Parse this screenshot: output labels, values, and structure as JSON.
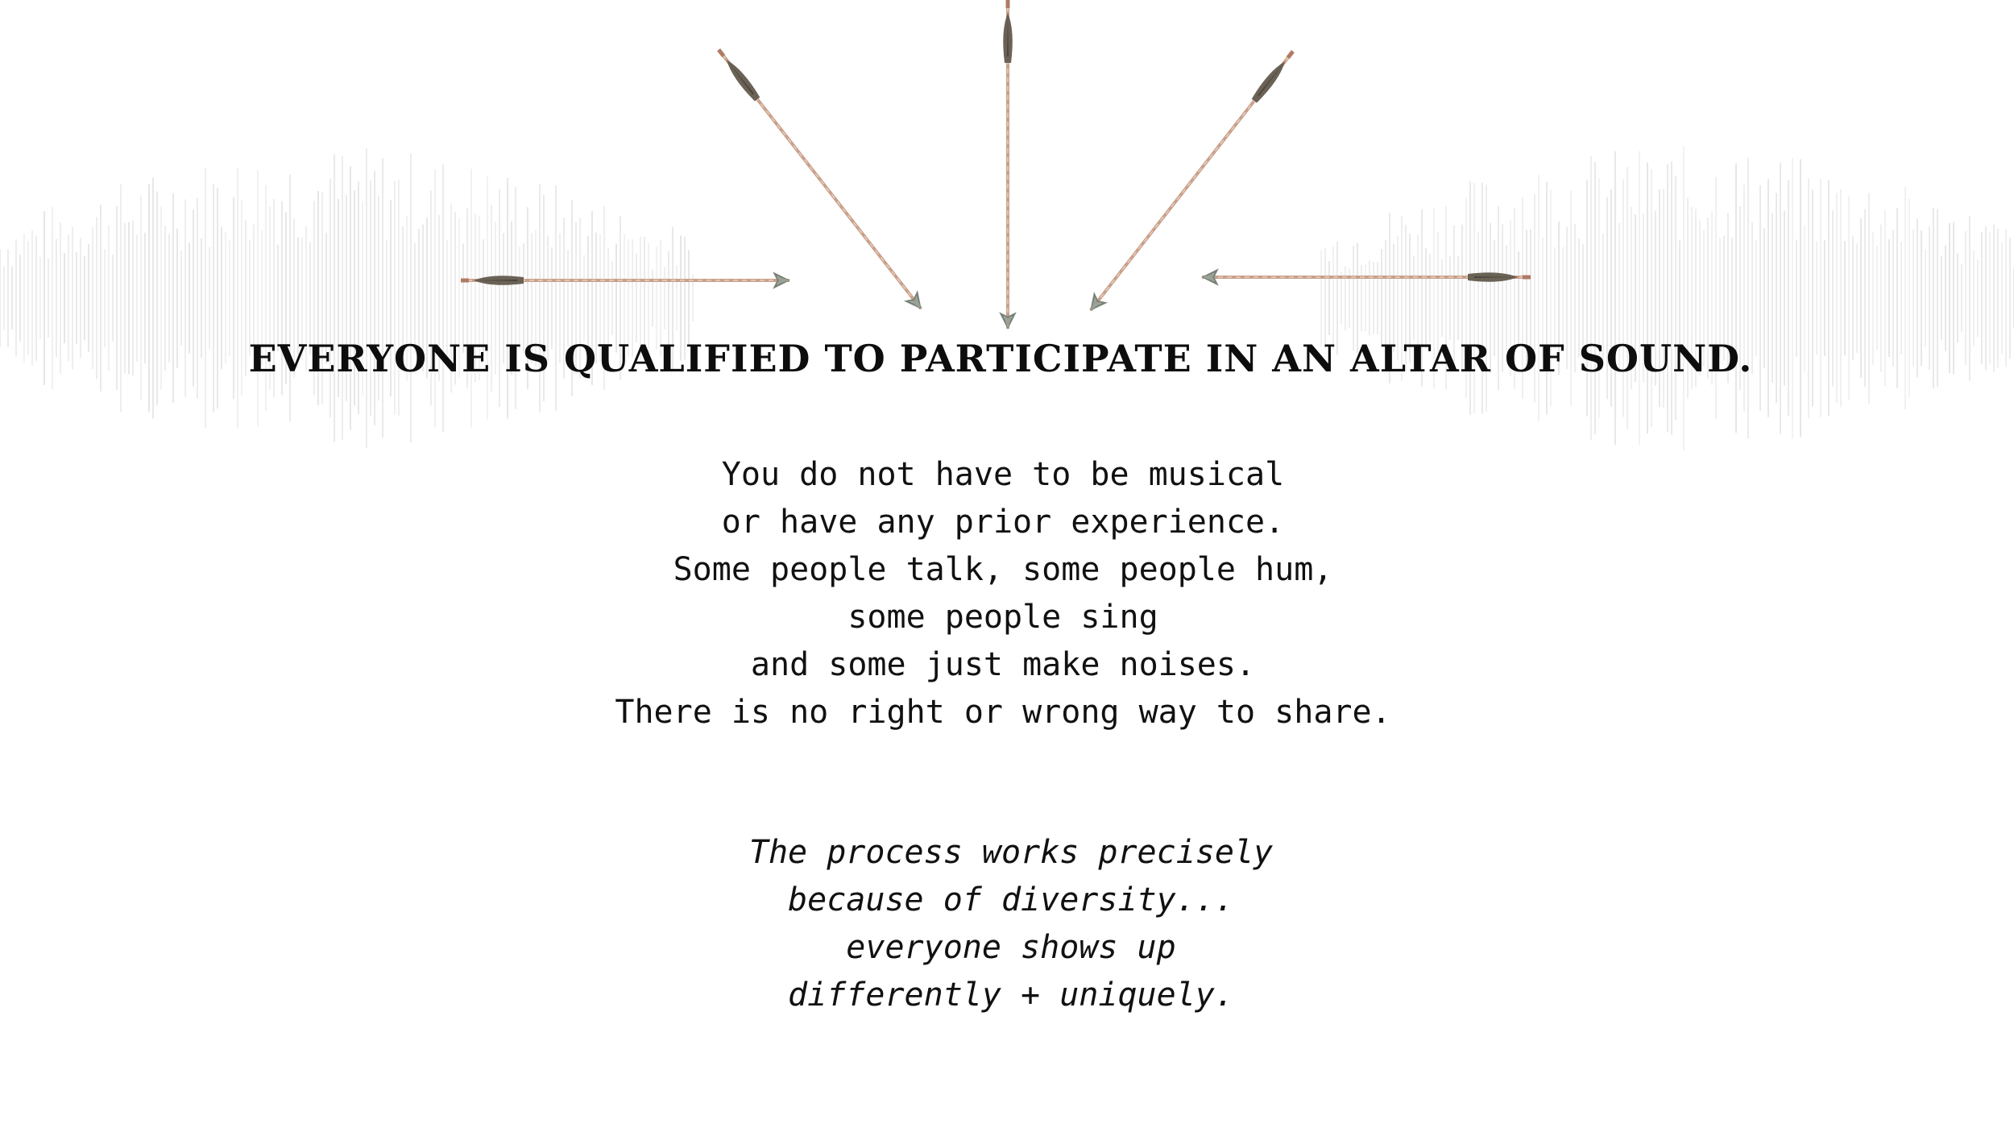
{
  "colors": {
    "background": "#ffffff",
    "text": "#111111",
    "arrow_shaft": "#c9a08a",
    "arrow_fletching": "#6b6256",
    "arrow_head": "#8d9488",
    "waveform": "#e6e6e6"
  },
  "decor": {
    "arrows_icon": "arrows-sunburst",
    "background_icon": "sound-waveform"
  },
  "headline": "EVERYONE IS QUALIFIED TO PARTICIPATE IN AN ALTAR OF SOUND.",
  "body_lines": [
    "You do not have to be musical",
    "or have any prior experience.",
    "Some people talk, some people hum,",
    "some people sing",
    "and some just make noises.",
    "There is no right or wrong way to share."
  ],
  "quote_lines": [
    "The process works precisely",
    "because of diversity...",
    "everyone shows up",
    "differently + uniquely."
  ]
}
